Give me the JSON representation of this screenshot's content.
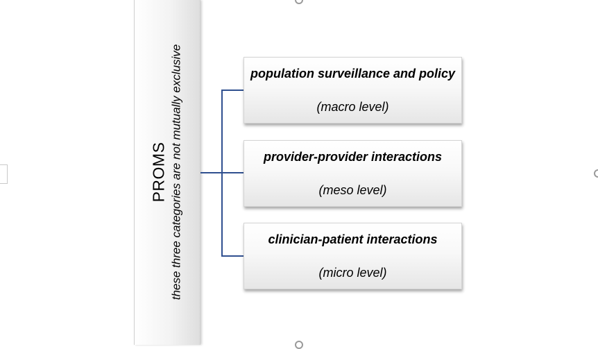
{
  "diagram": {
    "root": {
      "title": "PROMS",
      "subtitle": "these three categories are not mutually exclusive"
    },
    "children": [
      {
        "title": "population surveillance and policy",
        "level": "(macro level)"
      },
      {
        "title": "provider-provider interactions",
        "level": "(meso level)"
      },
      {
        "title": "clinician-patient interactions",
        "level": "(micro level)"
      }
    ],
    "connector_color": "#2f4f8f"
  }
}
